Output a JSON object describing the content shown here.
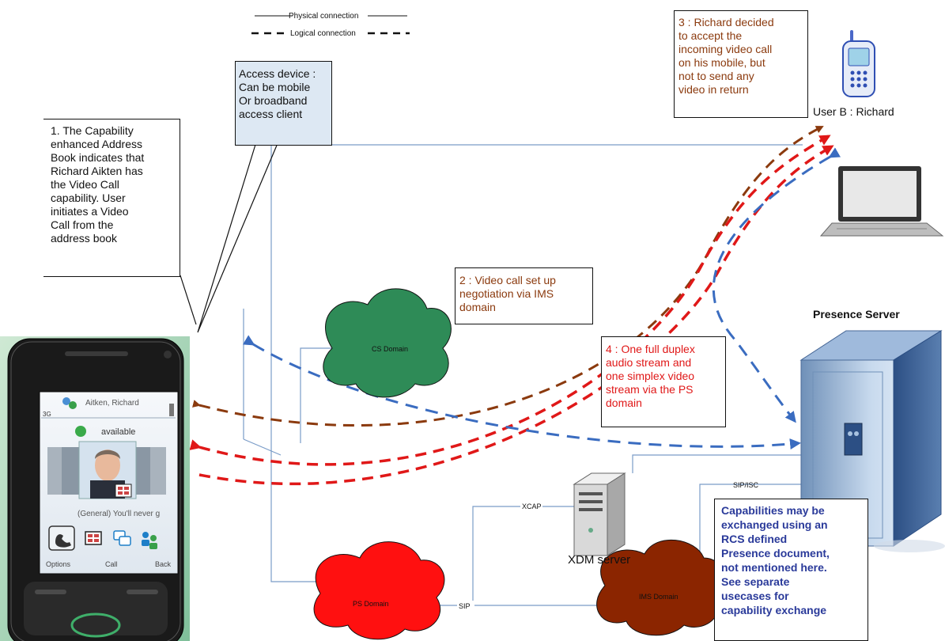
{
  "legend": {
    "physical": "Physical connection",
    "logical": "Logical connection"
  },
  "notes": {
    "capability": "1. The Capability\nenhanced Address\nBook indicates that\nRichard Aikten has\nthe Video Call\ncapability. User\ninitiates a Video\nCall from the\naddress book",
    "access_device": "Access device :\nCan be mobile\nOr broadband\naccess client",
    "step2": "2 : Video call set up\nnegotiation via IMS\ndomain",
    "step3": "3 : Richard decided\nto accept the\nincoming video call\non his mobile, but\nnot to send any\nvideo in return",
    "step4": "4 : One full duplex\naudio stream and\none simplex video\nstream via the PS\ndomain",
    "capabilities": "Capabilities may be\nexchanged using an\nRCS defined\nPresence document,\nnot mentioned here.\nSee separate\nusecases for\ncapability exchange"
  },
  "labels": {
    "user_b": "User B : Richard",
    "presence_server": "Presence Server",
    "xdm_server": "XDM server",
    "cs_domain": "CS Domain",
    "ps_domain": "PS Domain",
    "ims_domain": "IMS Domain",
    "xcap": "XCAP",
    "sip": "SIP",
    "sip_isc": "SIP/ISC"
  },
  "phone_screen": {
    "contact_name": "Aitken, Richard",
    "status": "available",
    "network": "3G",
    "status_message": "(General) You'll never g",
    "softkey_left": "Options",
    "softkey_center": "Call",
    "softkey_right": "Back"
  },
  "colors": {
    "physical_line": "#7a9cc8",
    "logical_brown": "#8b3a0e",
    "logical_red": "#e01818",
    "logical_blue": "#3a6cc0",
    "cs_cloud": "#2e8b57",
    "ps_cloud": "#ff0000",
    "ims_cloud": "#8b2500"
  }
}
